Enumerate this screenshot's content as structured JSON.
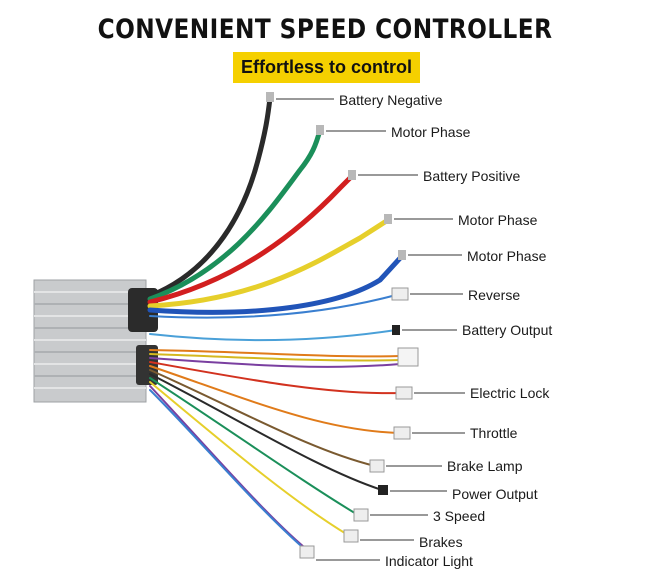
{
  "title": "CONVENIENT SPEED CONTROLLER",
  "subtitle": "Effortless to control",
  "colors": {
    "badge": "#f5d000",
    "body": "#c9cbcd",
    "black_wire": "#2a2a2a",
    "green_wire": "#1b8f5a",
    "red_wire": "#d21f1f",
    "yellow_wire": "#e6cf2b",
    "blue_wire": "#2154b8"
  },
  "labels": [
    "Battery Negative",
    "Motor Phase",
    "Battery Positive",
    "Motor Phase",
    "Motor Phase",
    "Reverse",
    "Battery Output",
    "Electric Lock",
    "Throttle",
    "Brake Lamp",
    "Power Output",
    "3 Speed",
    "Brakes",
    "Indicator Light"
  ]
}
